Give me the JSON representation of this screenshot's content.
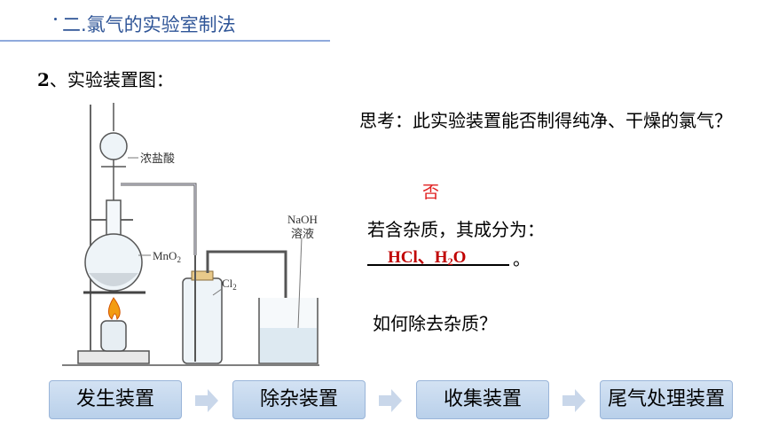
{
  "header": {
    "title": "二.氯气的实验室制法"
  },
  "section": {
    "number": "2",
    "title": "、实验装置图："
  },
  "apparatus": {
    "label_acid": "浓盐酸",
    "label_mno2": "MnO",
    "label_mno2_sub": "2",
    "label_cl2": "Cl",
    "label_cl2_sub": "2",
    "label_naoh1": "NaOH",
    "label_naoh2": "溶液"
  },
  "questions": {
    "q1": "思考：此实验装置能否制得纯净、干燥的氯气？",
    "q1_answer": "否",
    "q2": "若含杂质，其成分为：",
    "q2_answer_part1": "HCl、H",
    "q2_answer_sub": "2",
    "q2_answer_part2": "O",
    "q2_period": "。",
    "q3": "如何除去杂质？"
  },
  "steps": [
    {
      "label": "发生装置"
    },
    {
      "label": "除杂装置"
    },
    {
      "label": "收集装置"
    },
    {
      "label": "尾气处理装置"
    }
  ],
  "colors": {
    "title": "#2f5597",
    "answer": "#e02020",
    "step_box": "#c6d9f0",
    "arrow": "#c9d7ea"
  }
}
